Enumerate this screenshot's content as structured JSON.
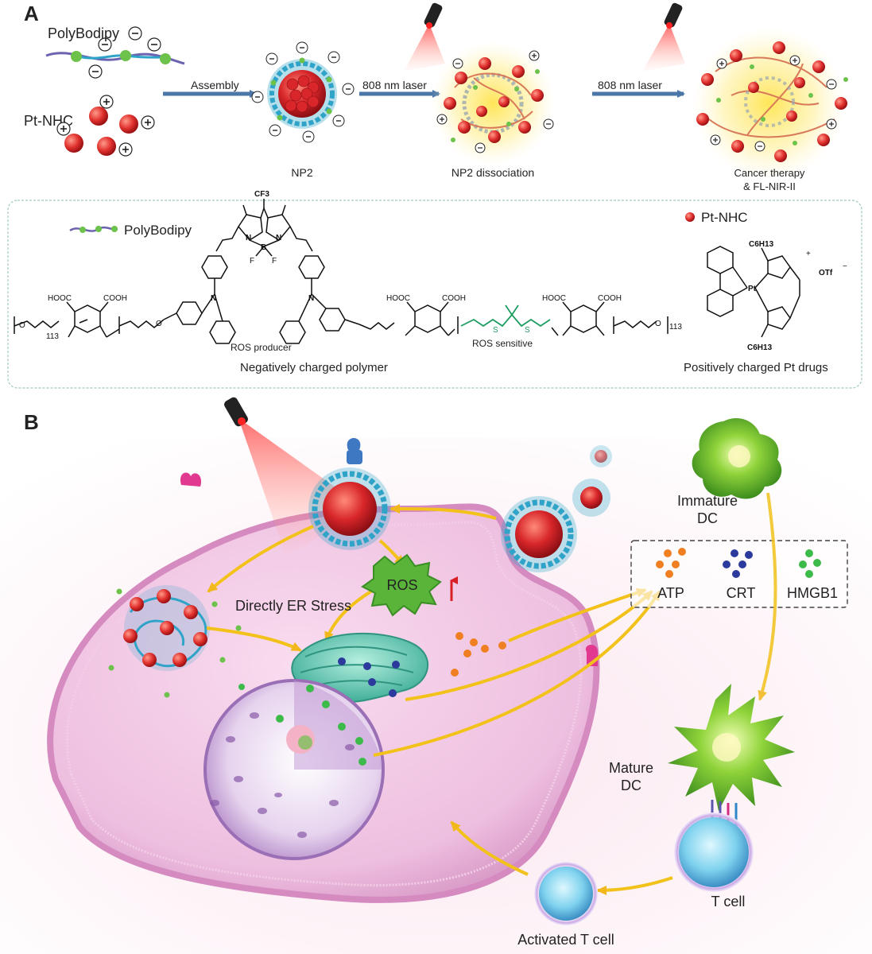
{
  "panel_a": {
    "letter": "A",
    "polybodipy_label": "PolyBodipy",
    "ptnhc_label": "Pt-NHC",
    "assembly_label": "Assembly",
    "laser1_label": "808 nm laser",
    "laser2_label": "808 nm laser",
    "np2_label": "NP2",
    "dissociation_label": "NP2 dissociation",
    "therapy_line1": "Cancer therapy",
    "therapy_line2": "& FL-NIR-II"
  },
  "structures": {
    "legend_polybodipy": "PolyBodipy",
    "legend_ptnhc": "Pt-NHC",
    "ros_producer": "ROS producer",
    "ros_sensitive": "ROS sensitive",
    "neg_polymer": "Negatively charged polymer",
    "pos_drugs": "Positively charged Pt drugs",
    "cf3": "CF3",
    "hooc": "HOOC",
    "cooh": "COOH",
    "n113": "113",
    "otf": "OTf",
    "pt": "Pt",
    "c6h13": "C6H13",
    "n": "N",
    "b": "B",
    "f": "F",
    "o": "O",
    "s": "S"
  },
  "panel_b": {
    "letter": "B",
    "ros": "ROS",
    "er_stress": "Directly ER Stress",
    "immature_line1": "Immature",
    "immature_line2": "DC",
    "atp": "ATP",
    "crt": "CRT",
    "hmgb1": "HMGB1",
    "mature_line1": "Mature",
    "mature_line2": "DC",
    "t_cell": "T cell",
    "activated_t_cell": "Activated T cell"
  },
  "colors": {
    "platinum_red": "#d8262a",
    "polymer_teal": "#2fa4c8",
    "bodipy_green": "#6cc24a",
    "atp_orange": "#f07f21",
    "crt_blue": "#2b3a9c",
    "hmgb1_green": "#3dbb4a",
    "arrow_blue": "#4a76a8",
    "arrow_yellow": "#f2c21b",
    "cell_pink": "#e6a6cf",
    "sulfur_green": "#1e9d62"
  }
}
